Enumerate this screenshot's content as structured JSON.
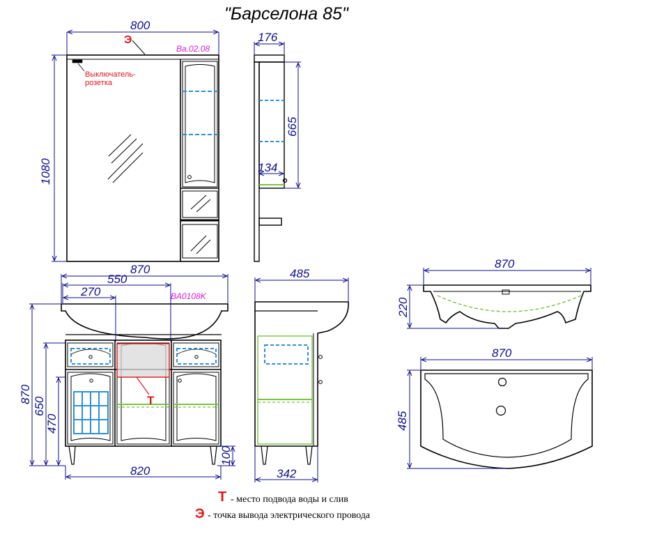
{
  "title": "\"Барселона 85\"",
  "mirror": {
    "width": "800",
    "height": "1080",
    "model": "Ba.02.08",
    "switch_label_1": "Выключатель-",
    "switch_label_2": "розетка",
    "marker": "Э"
  },
  "mirror_side": {
    "depth": "176",
    "cabinet_height": "665",
    "shelf_depth": "134"
  },
  "cabinet": {
    "width_total": "870",
    "inner_width": "550",
    "drawer_width": "270",
    "model": "BA0108K",
    "height_total": "870",
    "height_650": "650",
    "height_470": "470",
    "leg_height": "100",
    "base_width": "820",
    "marker": "Т"
  },
  "cabinet_side": {
    "depth": "485",
    "base_depth": "342"
  },
  "basin_front": {
    "width": "870",
    "height": "220"
  },
  "basin_top": {
    "width": "870",
    "depth": "485"
  },
  "legend": [
    {
      "symbol": "Т",
      "text": "- место подвода воды и слив"
    },
    {
      "symbol": "Э",
      "text": "- точка вывода электрического провода"
    }
  ],
  "colors": {
    "dimension": "#0e0e8a",
    "marker_red": "#e0161b",
    "model_magenta": "#d81fd0",
    "hidden_green": "#7ac243",
    "hidden_blue": "#2f8fd6",
    "highlight_fill": "#d9d9d9"
  }
}
